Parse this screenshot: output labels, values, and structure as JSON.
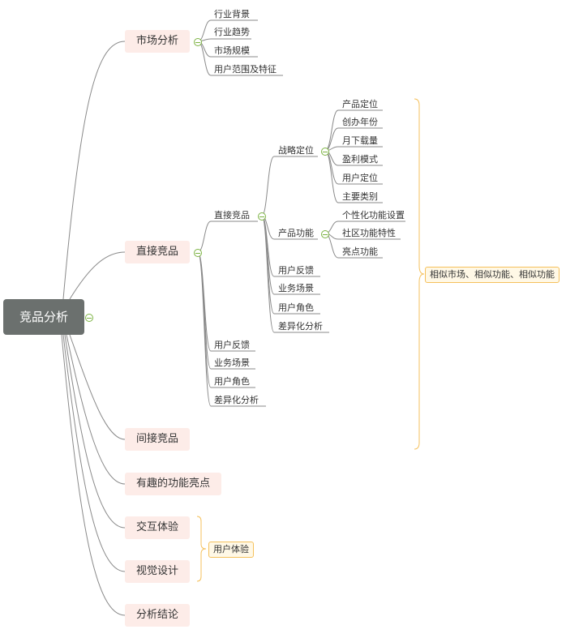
{
  "root": {
    "label": "竞品分析"
  },
  "market": {
    "label": "市场分析",
    "children": [
      "行业背景",
      "行业趋势",
      "市场规模",
      "用户范围及特征"
    ]
  },
  "direct": {
    "label": "直接竞品",
    "sub": {
      "label": "直接竞品",
      "strategy": {
        "label": "战略定位",
        "children": [
          "产品定位",
          "创办年份",
          "月下载量",
          "盈利模式",
          "用户定位",
          "主要类别"
        ]
      },
      "features": {
        "label": "产品功能",
        "children": [
          "个性化功能设置",
          "社区功能特性",
          "亮点功能"
        ]
      },
      "others": [
        "用户反馈",
        "业务场景",
        "用户角色",
        "差异化分析"
      ]
    },
    "others": [
      "用户反馈",
      "业务场景",
      "用户角色",
      "差异化分析"
    ]
  },
  "indirect": {
    "label": "间接竞品"
  },
  "highlights": {
    "label": "有趣的功能亮点"
  },
  "interaction": {
    "label": "交互体验"
  },
  "visual": {
    "label": "视觉设计"
  },
  "conclusion": {
    "label": "分析结论"
  },
  "notes": {
    "similar": "相似市场、相似功能、相似功能",
    "ux": "用户体验"
  },
  "colors": {
    "root_bg": "#6b706e",
    "topic_bg": "#fdece8",
    "line": "#8a8a8a",
    "bracket": "#f5c15c",
    "toggle": "#7cb342"
  }
}
